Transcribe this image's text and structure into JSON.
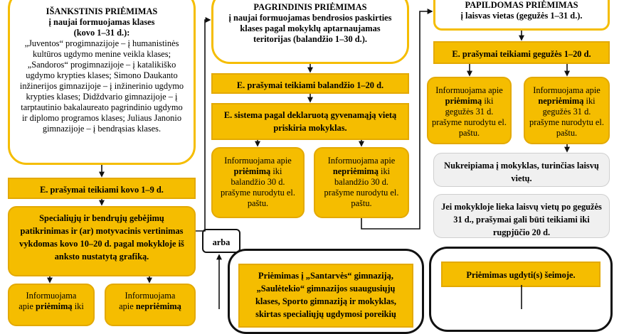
{
  "col1": {
    "title": "IŠANKSTINIS PRIĖMIMAS",
    "subtitle": "į naujai formuojamas klases",
    "period": "(kovo 1–31 d.):",
    "body": "„Juventos“ progimnazijoje – į humanistinės kultūros ugdymo menine veikla klases; „Sandoros“ progimnazijoje – į katalikiško ugdymo krypties klases; Simono Daukanto inžinerijos gimnazijoje – į inžinerinio ugdymo krypties klases; Didždvario gimnazijoje – į tarptautinio bakalaureato pagrindinio ugdymo ir diplomo programos klases; Juliaus Janonio gimnazijoje – į bendrąsias klases.",
    "step1": "E. prašymai teikiami kovo 1–9 d.",
    "step2": "Specialiųjų ir bendrųjų gebėjimų patikrinimas ir (ar) motyvacinis vertinimas vykdomas kovo 10–20 d. pagal mokykloje iš anksto nustatytą grafiką.",
    "info_left_a": "Informuojama",
    "info_left_b": "apie ",
    "info_left_bold": "priėmimą",
    "info_left_c": " iki",
    "info_right_a": "Informuojama",
    "info_right_b": "apie ",
    "info_right_bold": "nepriėmimą"
  },
  "col2": {
    "title": "PAGRINDINIS PRIĖMIMAS",
    "body": "į naujai formuojamas bendrosios paskirties klases pagal mokyklų aptarnaujamas teritorijas (balandžio 1–30 d.).",
    "step1": "E. prašymai teikiami balandžio 1–20 d.",
    "step2": "E. sistema pagal deklaruotą gyvenamąją vietą priskiria mokyklas.",
    "info_left_a": "Informuojama apie",
    "info_left_bold": "priėmimą",
    "info_left_c": " iki balandžio 30 d. prašyme nurodytu el. paštu.",
    "info_right_a": "Informuojama apie",
    "info_right_bold": "nepriėmimą",
    "info_right_c": " iki balandžio 30 d. prašyme nurodytu el. paštu.",
    "arba": "arba",
    "bottom_box": "Priėmimas į „Santarvės“ gimnaziją, „Saulėtekio“ gimnazijos suaugusiųjų klases, Sporto gimnaziją ir mokyklas, skirtas specialiųjų ugdymosi poreikių"
  },
  "col3": {
    "title": "PAPILDOMAS PRIĖMIMAS",
    "body": "į laisvas vietas (gegužės 1–31 d.).",
    "step1": "E. prašymai teikiami gegužės 1–20 d.",
    "info_left_a": "Informuojama apie",
    "info_left_bold": "priėmimą",
    "info_left_c": " iki gegužės 31 d. prašyme nurodytu el. paštu.",
    "info_right_a": "Informuojama apie",
    "info_right_bold": "nepriėmimą",
    "info_right_c": " iki gegužės 31 d. prašyme nurodytu el. paštu.",
    "grey1": "Nukreipiama į mokyklas, turinčias laisvų vietų.",
    "grey2": "Jei mokykloje lieka laisvų vietų po gegužės 31 d., prašymai gali būti teikiami iki rugpjūčio 20 d.",
    "bottom_box": "Priėmimas ugdyti(s) šeimoje."
  },
  "colors": {
    "gold": "#f5bd00",
    "border_dark": "#111111",
    "grey": "#f0f0f0"
  }
}
